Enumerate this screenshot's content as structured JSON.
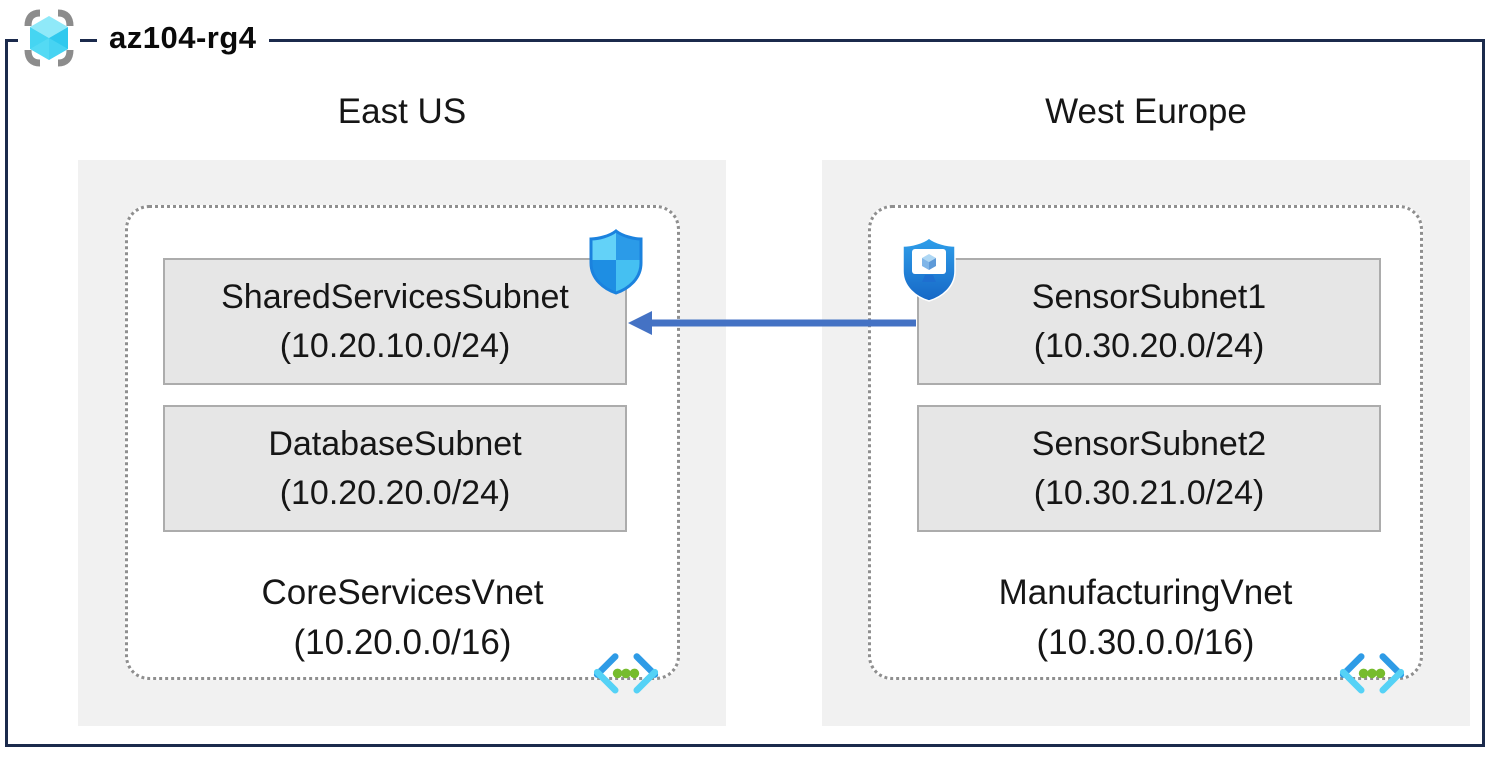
{
  "resource_group": {
    "label": "az104-rg4",
    "icon": "resource-group-icon"
  },
  "regions": [
    {
      "name": "East US",
      "vnet": {
        "name": "CoreServicesVnet",
        "cidr": "(10.20.0.0/16)",
        "icon": "virtual-network-icon"
      },
      "subnets": [
        {
          "name": "SharedServicesSubnet",
          "cidr": "(10.20.10.0/24)",
          "badge_icon": "defender-shield-icon"
        },
        {
          "name": "DatabaseSubnet",
          "cidr": "(10.20.20.0/24)"
        }
      ]
    },
    {
      "name": "West Europe",
      "vnet": {
        "name": "ManufacturingVnet",
        "cidr": "(10.30.0.0/16)",
        "icon": "virtual-network-icon"
      },
      "subnets": [
        {
          "name": "SensorSubnet1",
          "cidr": "(10.30.20.0/24)",
          "badge_icon": "monitor-shield-icon"
        },
        {
          "name": "SensorSubnet2",
          "cidr": "(10.30.21.0/24)"
        }
      ]
    }
  ],
  "connection": {
    "from": "SensorSubnet1",
    "to": "SharedServicesSubnet",
    "direction": "right-to-left",
    "arrow_color": "#4472C4"
  },
  "colors": {
    "outer_border": "#1B2A4C",
    "region_fill": "#F1F1F1",
    "subnet_fill": "#E6E6E6",
    "subnet_border": "#ACACAC",
    "vnet_dotted_border": "#8F8F8F",
    "shield_light": "#63D2F8",
    "shield_dark": "#2B9BE8",
    "vnet_icon_green": "#76BC2D",
    "cube_cyan": "#4FD8F3"
  }
}
